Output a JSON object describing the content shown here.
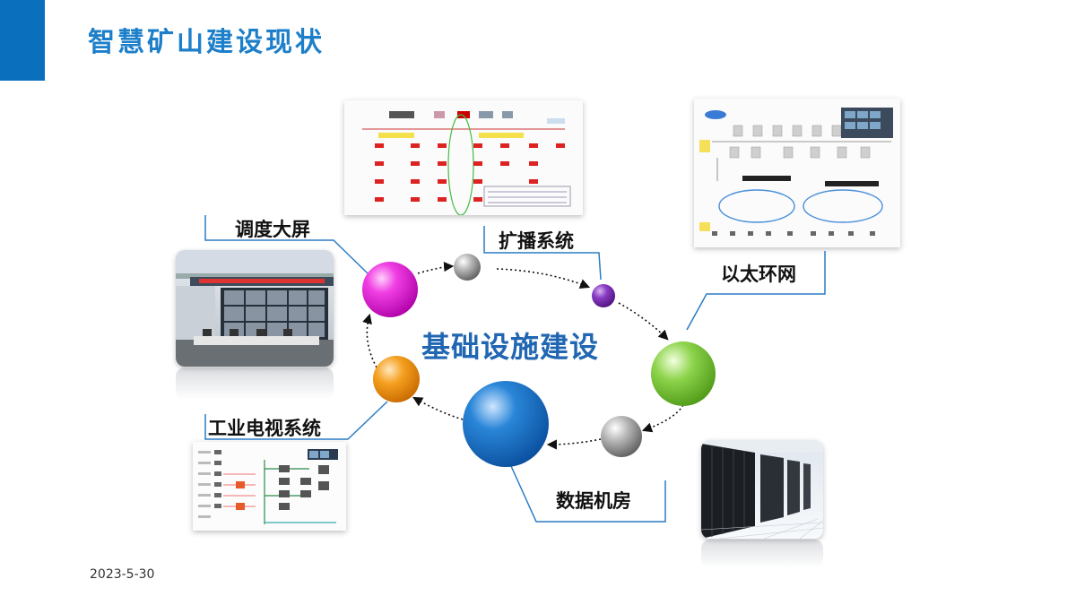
{
  "header": {
    "title": "智慧矿山建设现状"
  },
  "center": {
    "label": "基础设施建设"
  },
  "labels": {
    "dispatch_screen": "调度大屏",
    "broadcast": "扩播系统",
    "ethernet": "以太环网",
    "industrial_tv": "工业电视系统",
    "data_center": "数据机房"
  },
  "footer": {
    "date": "2023-5-30"
  },
  "colors": {
    "accent": "#0a6fbd",
    "title": "#1d7fc9",
    "center_text": "#2066b2",
    "callout_line": "#2a7cc4"
  },
  "nodes": [
    {
      "name": "magenta-sphere",
      "color": "#e020d0"
    },
    {
      "name": "gray-sphere-top",
      "color": "#9a9a9a"
    },
    {
      "name": "purple-sphere",
      "color": "#7a2cb0"
    },
    {
      "name": "green-sphere",
      "color": "#7cc83a"
    },
    {
      "name": "gray-sphere-bottom",
      "color": "#9a9a9a"
    },
    {
      "name": "blue-sphere",
      "color": "#1068c0"
    },
    {
      "name": "orange-sphere",
      "color": "#f09010"
    }
  ]
}
